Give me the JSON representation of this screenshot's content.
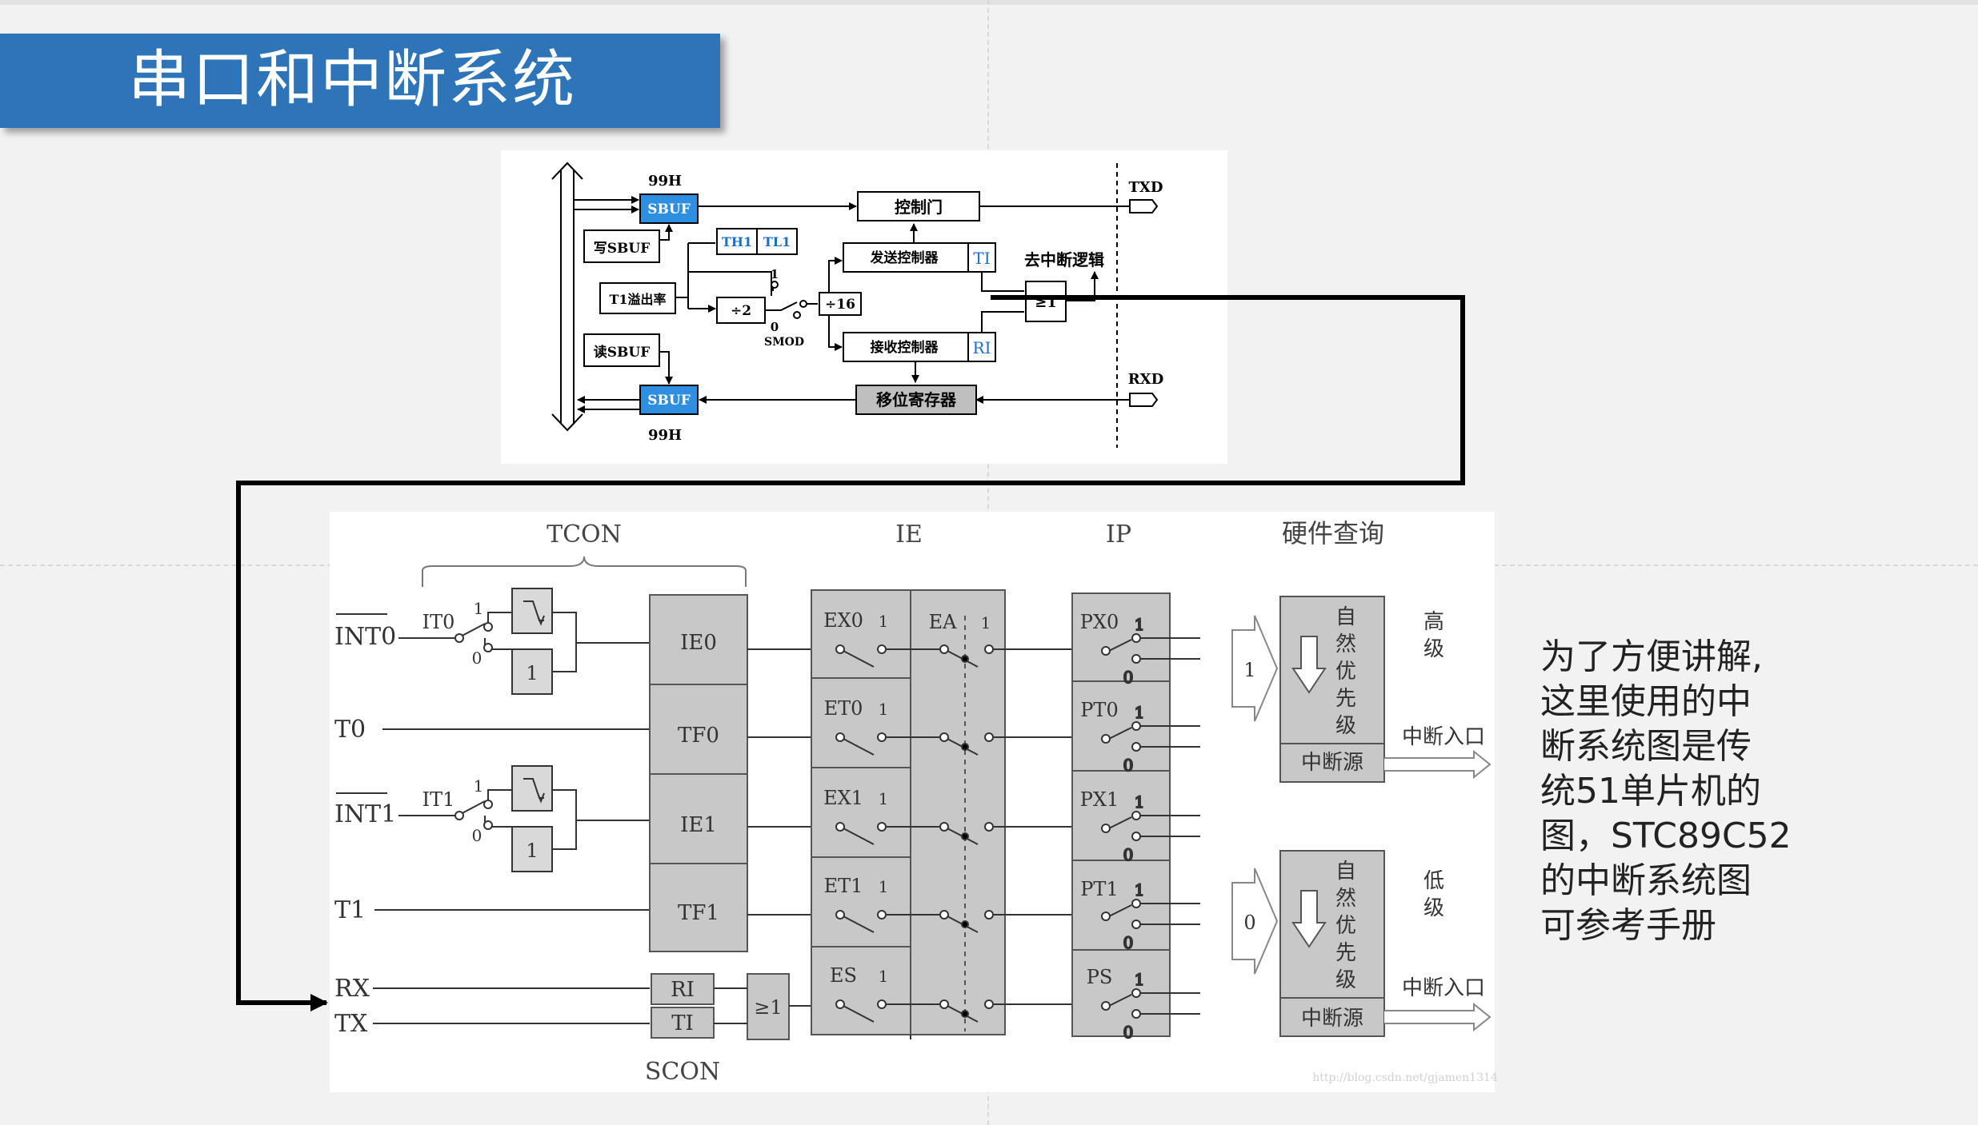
{
  "title": "串口和中断系统",
  "uart": {
    "addr_top": "99H",
    "addr_bottom": "99H",
    "sbuf_tx": "SBUF",
    "sbuf_rx": "SBUF",
    "write_sbuf": "写SBUF",
    "read_sbuf": "读SBUF",
    "th1": "TH1",
    "tl1": "TL1",
    "t1_overflow": "T1溢出率",
    "div2": "÷2",
    "div16": "÷16",
    "smod": "SMOD",
    "smod_1": "1",
    "smod_0": "0",
    "control_gate": "控制门",
    "tx_ctrl": "发送控制器",
    "rx_ctrl": "接收控制器",
    "ti": "TI",
    "ri": "RI",
    "or_gate": "≥1",
    "to_int_logic": "去中断逻辑",
    "shift_reg": "移位寄存器",
    "txd": "TXD",
    "rxd": "RXD"
  },
  "interrupt": {
    "headers": {
      "tcon": "TCON",
      "ie": "IE",
      "ip": "IP",
      "hw_query": "硬件查询",
      "scon": "SCON"
    },
    "inputs": [
      {
        "name": "INT0",
        "overline": true
      },
      {
        "name": "T0",
        "overline": false
      },
      {
        "name": "INT1",
        "overline": true
      },
      {
        "name": "T1",
        "overline": false
      },
      {
        "name": "RX",
        "overline": false
      },
      {
        "name": "TX",
        "overline": false
      }
    ],
    "it_labels": [
      "IT0",
      "IT1"
    ],
    "switch_1": "1",
    "switch_0": "0",
    "gate_one": "1",
    "flags": [
      "IE0",
      "TF0",
      "IE1",
      "TF1"
    ],
    "scon_flags": [
      "RI",
      "TI"
    ],
    "or_gate": "≥1",
    "ie_bits": [
      "EX0",
      "ET0",
      "EX1",
      "ET1",
      "ES"
    ],
    "ea": "EA",
    "ip_bits": [
      "PX0",
      "PT0",
      "PX1",
      "PT1",
      "PS"
    ],
    "high_group": {
      "arrow_val": "1",
      "level": "高级",
      "natural": "自然优先级",
      "source": "中断源",
      "entry": "中断入口"
    },
    "low_group": {
      "arrow_val": "0",
      "level": "低级",
      "natural": "自然优先级",
      "source": "中断源",
      "entry": "中断入口"
    },
    "watermark": "http://blog.csdn.net/gjamen1314"
  },
  "note": [
    "为了方便讲解,",
    "这里使用的中",
    "断系统图是传",
    "统51单片机的",
    "图，STC89C52",
    "的中断系统图",
    "可参考手册"
  ]
}
